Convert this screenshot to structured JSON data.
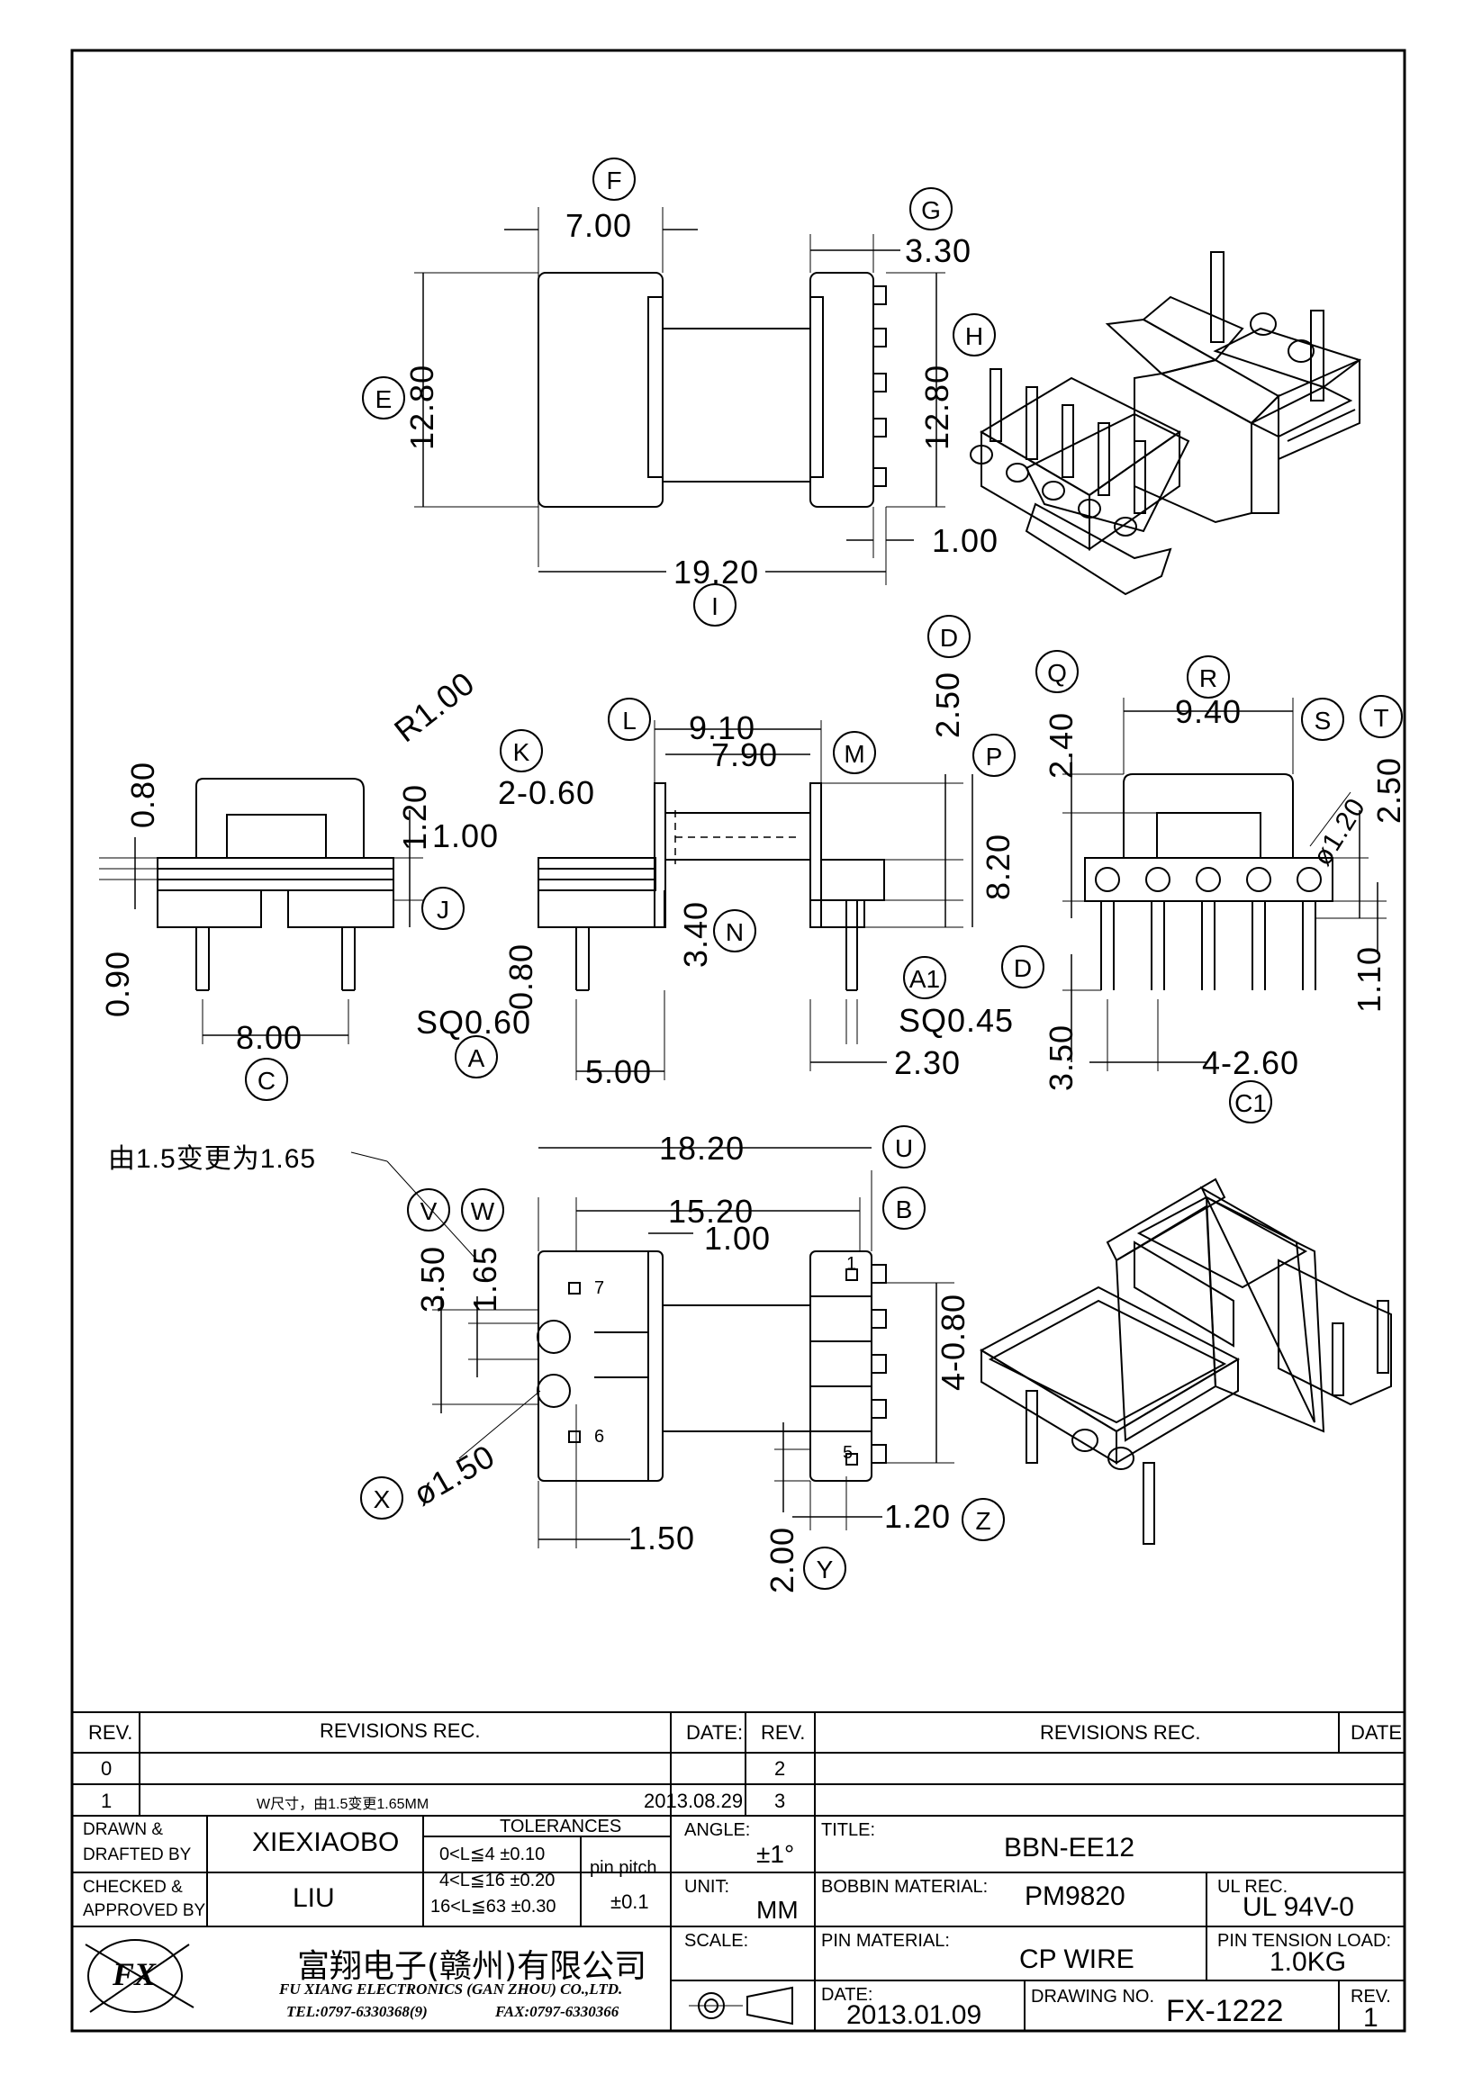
{
  "title_block": {
    "rev_header": "REV.",
    "revisions_header": "REVISIONS   REC.",
    "date_header": "DATE:",
    "rev_rows_left": [
      {
        "rev": "0",
        "text": "",
        "date": ""
      },
      {
        "rev": "1",
        "text": "W尺寸，由1.5变更1.65MM",
        "date": "2013.08.29"
      }
    ],
    "rev_rows_right": [
      "2",
      "3"
    ],
    "drawn_label_1": "DRAWN  &",
    "drawn_label_2": "DRAFTED  BY",
    "drawn_value": "XIEXIAOBO",
    "checked_label_1": "CHECKED  &",
    "checked_label_2": "APPROVED  BY",
    "checked_value": "LIU",
    "tolerances_label": "TOLERANCES",
    "tol_rows": [
      "0<L≦4    ±0.10",
      "4<L≦16  ±0.20",
      "16<L≦63  ±0.30"
    ],
    "pin_pitch_label": "pin pitch",
    "pin_pitch_value": "±0.1",
    "angle_label": "ANGLE:",
    "angle_value": "±1°",
    "unit_label": "UNIT:",
    "unit_value": "MM",
    "scale_label": "SCALE:",
    "title_label": "TITLE:",
    "title_value": "BBN-EE12",
    "bobbin_label": "BOBBIN  MATERIAL:",
    "bobbin_value": "PM9820",
    "ul_label": "UL  REC.",
    "ul_value": "UL  94V-0",
    "pin_material_label": "PIN  MATERIAL:",
    "pin_material_value": "CP  WIRE",
    "pin_tension_label": "PIN  TENSION  LOAD:",
    "pin_tension_value": "1.0KG",
    "date_label": "DATE:",
    "date_value": "2013.01.09",
    "drawing_no_label": "DRAWING  NO.",
    "drawing_no_value": "FX-1222",
    "rev_label": "REV.",
    "rev_value": "1",
    "company_cn": "富翔电子(赣州)有限公司",
    "company_en": "FU XIANG ELECTRONICS (GAN ZHOU) CO.,LTD.",
    "tel": "TEL:0797-6330368(9)",
    "fax": "FAX:0797-6330366",
    "logo_text": "FX"
  },
  "dimensions": {
    "top_7_00": "7.00",
    "top_3_30": "3.30",
    "top_12_80_left": "12.80",
    "top_12_80_right": "12.80",
    "top_1_00": "1.00",
    "top_19_20": "19.20",
    "mid_r1_00": "R1.00",
    "mid_0_80_top": "0.80",
    "mid_1_20": "1.20",
    "mid_0_90": "0.90",
    "mid_8_00": "8.00",
    "mid_2_060": "2-0.60",
    "mid_1_00": "1.00",
    "mid_0_80_low": "0.80",
    "mid_sq060": "SQ0.60",
    "mid_5_00": "5.00",
    "mid_9_10": "9.10",
    "mid_7_90": "7.90",
    "mid_3_40": "3.40",
    "mid_2_50_d": "2.50",
    "mid_8_20": "8.20",
    "mid_sq045": "SQ0.45",
    "mid_2_30": "2.30",
    "mid_2_40": "2.40",
    "mid_9_40": "9.40",
    "mid_phi120": "ø1.20",
    "mid_2_50_t": "2.50",
    "mid_1_10": "1.10",
    "mid_3_50": "3.50",
    "mid_4_260": "4-2.60",
    "bot_18_20": "18.20",
    "bot_15_20": "15.20",
    "bot_1_00": "1.00",
    "bot_3_50": "3.50",
    "bot_1_65": "1.65",
    "bot_4_080": "4-0.80",
    "bot_phi150": "ø1.50",
    "bot_1_50": "1.50",
    "bot_1_20": "1.20",
    "bot_2_00": "2.00",
    "note": "由1.5变更为1.65",
    "pin_1": "1",
    "pin_5": "5",
    "pin_6": "6",
    "pin_7": "7"
  },
  "callouts": {
    "F": "F",
    "G": "G",
    "H": "H",
    "E": "E",
    "I": "I",
    "K": "K",
    "L": "L",
    "M": "M",
    "D_top": "D",
    "P": "P",
    "Q": "Q",
    "R": "R",
    "S": "S",
    "T": "T",
    "J": "J",
    "N": "N",
    "A1": "A1",
    "D_mid": "D",
    "C": "C",
    "A": "A",
    "C1": "C1",
    "U": "U",
    "B": "B",
    "V": "V",
    "W": "W",
    "X": "X",
    "Y": "Y",
    "Z": "Z"
  }
}
